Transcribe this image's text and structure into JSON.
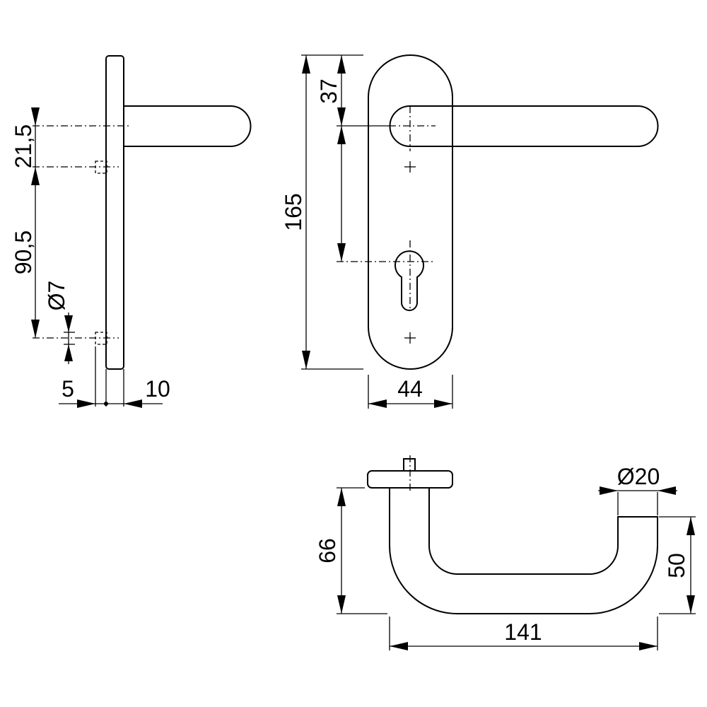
{
  "labels": {
    "side_top_spacing": "21,5",
    "side_spindle_to_lower": "90,5",
    "side_hole_diameter": "Ø7",
    "side_offset_left": "5",
    "side_plate_thickness": "10",
    "front_top_to_spindle": "37",
    "front_total_height": "165",
    "front_width": "44",
    "bottom_lever_diameter": "Ø20",
    "bottom_height_left": "66",
    "bottom_height_right": "50",
    "bottom_length": "141"
  },
  "icons": [
    "cross-mark-icon"
  ]
}
